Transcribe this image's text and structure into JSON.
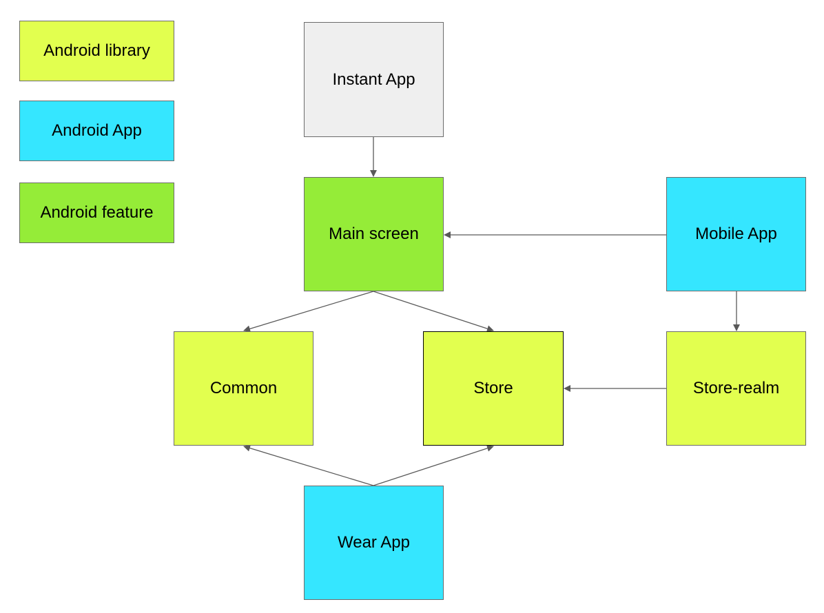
{
  "colors": {
    "library": "#e2ff4f",
    "app": "#35e6ff",
    "feature": "#95ec38",
    "instant": "#efefef",
    "edge": "#595959"
  },
  "legend": {
    "library_label": "Android library",
    "app_label": "Android App",
    "feature_label": "Android feature"
  },
  "nodes": {
    "instant_app": {
      "label": "Instant App",
      "kind": "instant"
    },
    "main_screen": {
      "label": "Main screen",
      "kind": "feature"
    },
    "mobile_app": {
      "label": "Mobile App",
      "kind": "app"
    },
    "common": {
      "label": "Common",
      "kind": "library"
    },
    "store": {
      "label": "Store",
      "kind": "library"
    },
    "store_realm": {
      "label": "Store-realm",
      "kind": "library"
    },
    "wear_app": {
      "label": "Wear App",
      "kind": "app"
    }
  },
  "edges": [
    {
      "from": "instant_app",
      "to": "main_screen"
    },
    {
      "from": "mobile_app",
      "to": "main_screen"
    },
    {
      "from": "main_screen",
      "to": "common"
    },
    {
      "from": "main_screen",
      "to": "store"
    },
    {
      "from": "mobile_app",
      "to": "store_realm"
    },
    {
      "from": "store_realm",
      "to": "store"
    },
    {
      "from": "wear_app",
      "to": "common"
    },
    {
      "from": "wear_app",
      "to": "store"
    }
  ]
}
